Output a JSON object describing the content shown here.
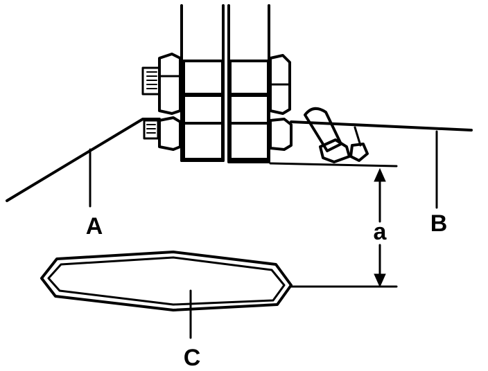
{
  "diagram": {
    "labels": {
      "a": "A",
      "b": "B",
      "c": "C",
      "dimension": "a"
    },
    "colors": {
      "ink": "#000000",
      "background": "#ffffff"
    }
  }
}
